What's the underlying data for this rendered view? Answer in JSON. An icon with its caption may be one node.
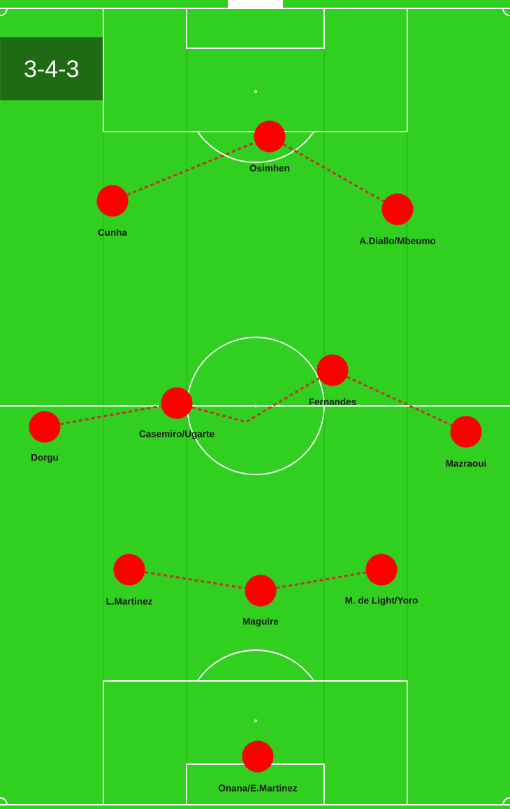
{
  "diagram": {
    "title": "3-4-3",
    "nodes": [
      {
        "text": [
          "Osimhen"
        ]
      },
      {
        "text": [
          "Cunha"
        ]
      },
      {
        "text": [
          "A.Diallo/Mbeumo"
        ]
      },
      {
        "text": [
          "Dorgu"
        ]
      },
      {
        "text": [
          "Casemiro/Ugarte"
        ]
      },
      {
        "text": [
          "Fernandes"
        ]
      },
      {
        "text": [
          "Mazraoui"
        ]
      },
      {
        "text": [
          "L.Martinez"
        ]
      },
      {
        "text": [
          "Maguire"
        ]
      },
      {
        "text": [
          "M. de Light/Yoro"
        ]
      },
      {
        "text": [
          "Onana/E.Martinez"
        ]
      }
    ],
    "edges": [
      {
        "from": 1,
        "to": 0,
        "arrow": "none",
        "style": "dashed"
      },
      {
        "from": 0,
        "to": 2,
        "arrow": "none",
        "style": "dashed"
      },
      {
        "from": 3,
        "to": 4,
        "arrow": "none",
        "style": "dashed"
      },
      {
        "from": 4,
        "to": 5,
        "arrow": "none",
        "style": "dashed"
      },
      {
        "from": 5,
        "to": 6,
        "arrow": "none",
        "style": "dashed"
      },
      {
        "from": 7,
        "to": 8,
        "arrow": "none",
        "style": "dashed"
      },
      {
        "from": 8,
        "to": 9,
        "arrow": "none",
        "style": "dashed"
      }
    ]
  }
}
